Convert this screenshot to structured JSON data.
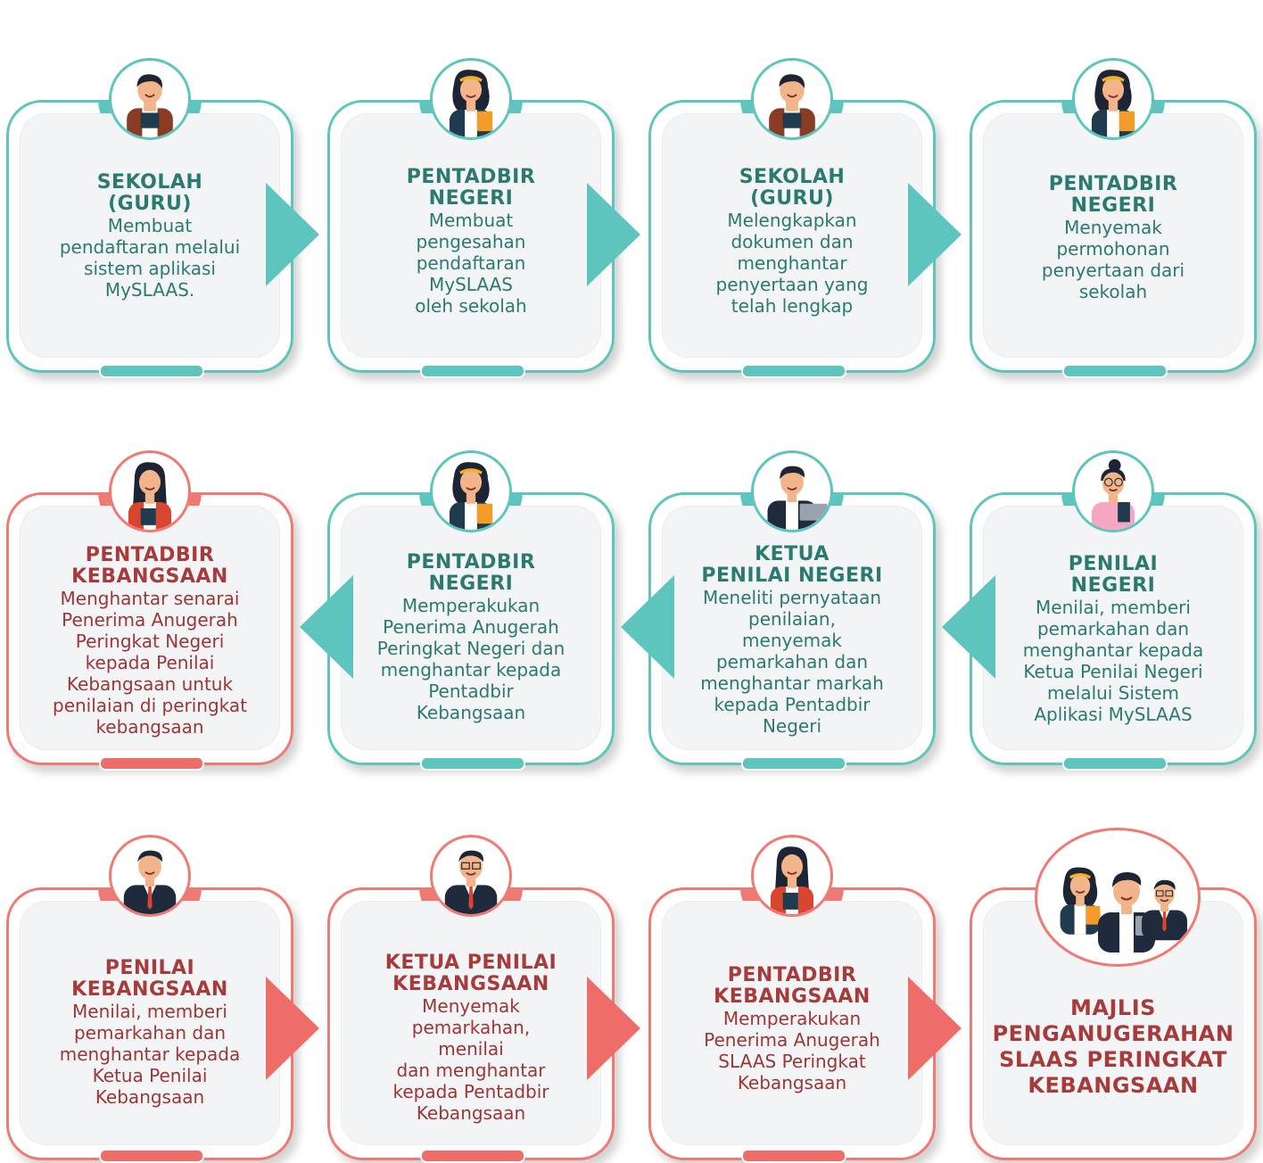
{
  "colors": {
    "teal": "#5ec5be",
    "teal_text": "#2b7a6f",
    "red": "#ef7a74",
    "red_text": "#a73a3a"
  },
  "row1": [
    {
      "title": "SEKOLAH\n(GURU)",
      "desc": "Membuat\npendaftaran melalui\nsistem aplikasi\nMySLAAS.",
      "icon": "teacher-pointer-icon"
    },
    {
      "title": "PENTADBIR\nNEGERI",
      "desc": "Membuat\npengesahan\npendaftaran\nMySLAAS\noleh sekolah",
      "icon": "woman-folder-icon"
    },
    {
      "title": "SEKOLAH\n(GURU)",
      "desc": "Melengkapkan\ndokumen dan\nmenghantar\npenyertaan yang\ntelah lengkap",
      "icon": "teacher-pointer-icon"
    },
    {
      "title": "PENTADBIR\nNEGERI",
      "desc": "Menyemak\npermohonan\npenyertaan dari\nsekolah",
      "icon": "woman-folder-icon"
    }
  ],
  "row2": [
    {
      "title": "PENTADBIR\nKEBANGSAAN",
      "desc": "Menghantar senarai\nPenerima Anugerah\nPeringkat Negeri\nkepada Penilai\nKebangsaan untuk\npenilaian di peringkat\nkebangsaan",
      "icon": "woman-red-jacket-icon"
    },
    {
      "title": "PENTADBIR\nNEGERI",
      "desc": "Memperakukan\nPenerima Anugerah\nPeringkat Negeri dan\nmenghantar kepada\nPentadbir\nKebangsaan",
      "icon": "woman-folder-icon"
    },
    {
      "title": "KETUA\nPENILAI NEGERI",
      "desc": "Meneliti pernyataan\npenilaian,\nmenyemak\npemarkahan dan\nmenghantar markah\nkepada Pentadbir\nNegeri",
      "icon": "man-laptop-icon"
    },
    {
      "title": "PENILAI\nNEGERI",
      "desc": "Menilai, memberi\npemarkahan dan\nmenghantar kepada\nKetua Penilai Negeri\nmelalui Sistem\nAplikasi MySLAAS",
      "icon": "woman-glasses-icon"
    }
  ],
  "row3": [
    {
      "title": "PENILAI\nKEBANGSAAN",
      "desc": "Menilai, memberi\npemarkahan dan\nmenghantar kepada\nKetua Penilai\nKebangsaan",
      "icon": "man-suit-icon"
    },
    {
      "title": "KETUA PENILAI\nKEBANGSAAN",
      "desc": "Menyemak\npemarkahan,\nmenilai\ndan menghantar\nkepada Pentadbir\nKebangsaan",
      "icon": "man-glasses-suit-icon"
    },
    {
      "title": "PENTADBIR\nKEBANGSAAN",
      "desc": "Memperakukan\nPenerima Anugerah\nSLAAS Peringkat\nKebangsaan",
      "icon": "woman-red-jacket-icon"
    },
    {
      "title": "MAJLIS\nPENGANUGERAHAN\nSLAAS PERINGKAT\nKEBANGSAAN",
      "desc": "",
      "icon": "group-people-icon"
    }
  ]
}
